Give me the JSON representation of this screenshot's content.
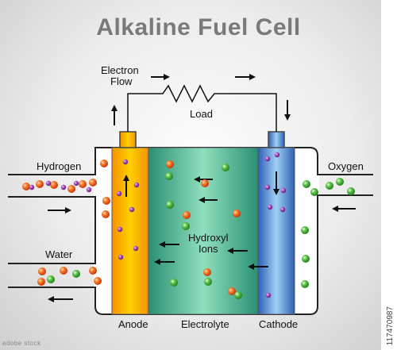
{
  "title": "Alkaline Fuel Cell",
  "labels": {
    "electron_flow": "Electron Flow",
    "electron_flow_line1": "Electron",
    "electron_flow_line2": "Flow",
    "load": "Load",
    "hydrogen": "Hydrogen",
    "oxygen": "Oxygen",
    "water": "Water",
    "hydroxyl_line1": "Hydroxyl",
    "hydroxyl_line2": "Ions",
    "anode": "Anode",
    "electrolyte": "Electrolyte",
    "cathode": "Cathode"
  },
  "stock": {
    "id": "117470987",
    "brand": "adobe stock"
  },
  "colors": {
    "anode": "#f7a600",
    "electrolyte": "#2f9b7e",
    "cathode": "#3c6fc4",
    "hydrogen_atom": "#f05a1e",
    "oxygen_atom": "#3aa83a",
    "electron": "#8e3a9e",
    "title": "#7a7a7a"
  }
}
